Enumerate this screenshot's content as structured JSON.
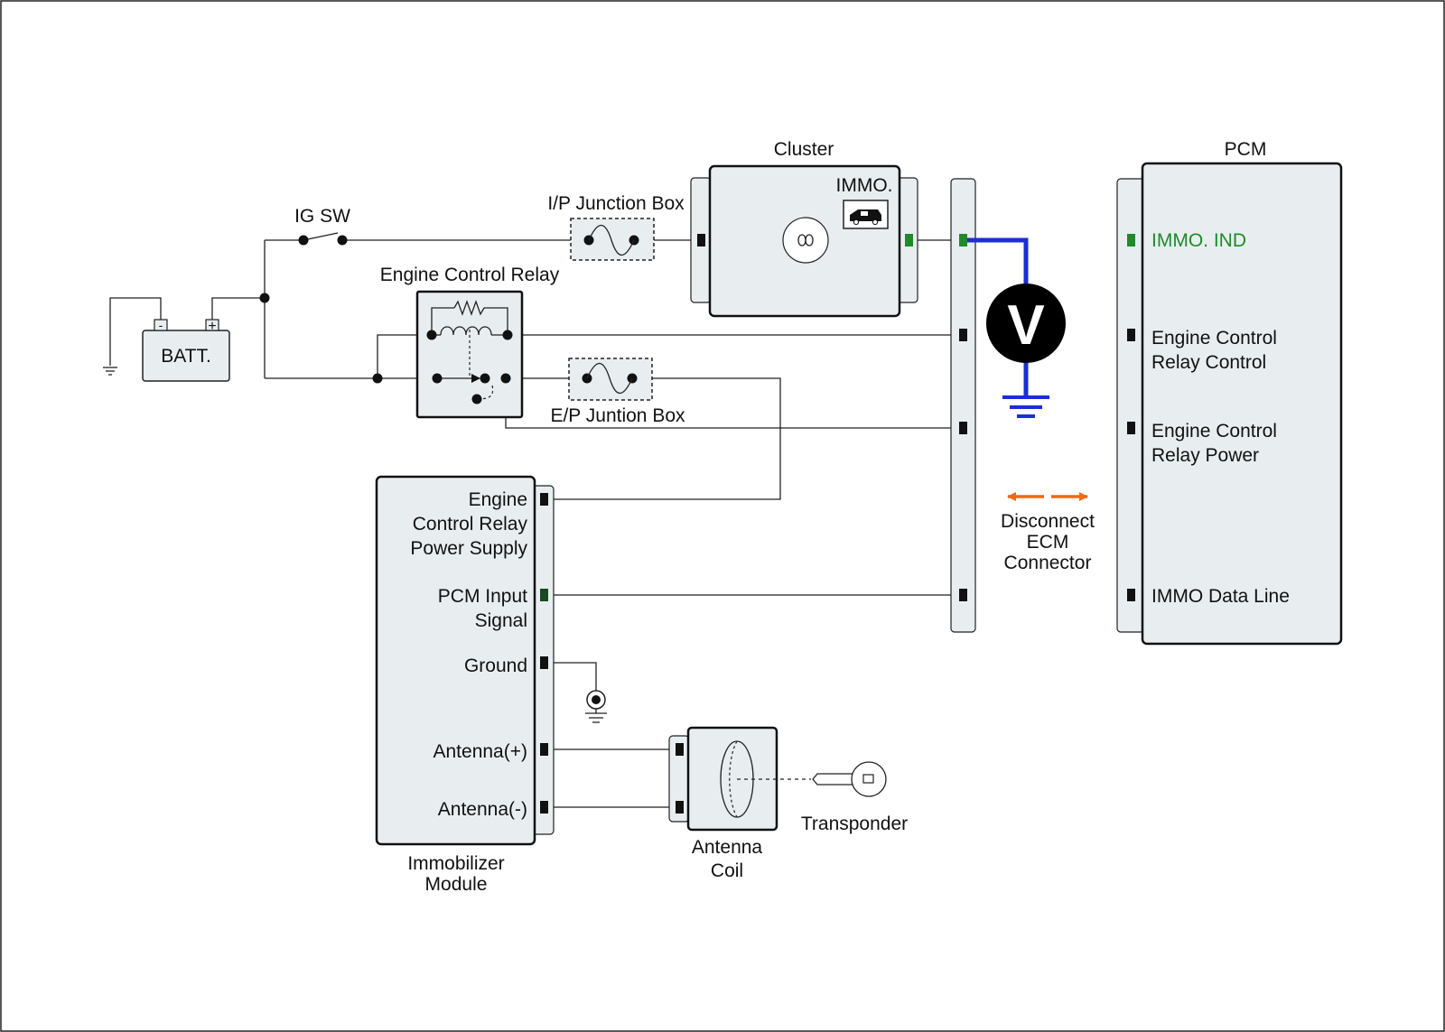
{
  "labels": {
    "ig_sw": "IG SW",
    "batt": "BATT.",
    "batt_minus": "-",
    "batt_plus": "+",
    "ip_junction_box": "I/P Junction Box",
    "ep_junction_box": "E/P Juntion Box",
    "engine_control_relay": "Engine Control Relay",
    "cluster": "Cluster",
    "immo": "IMMO.",
    "pcm": "PCM",
    "voltmeter": "V",
    "disconnect": [
      "Disconnect",
      "ECM",
      "Connector"
    ],
    "transponder": "Transponder",
    "antenna_coil": [
      "Antenna",
      "Coil"
    ],
    "immobilizer_module": [
      "Immobilizer",
      "Module"
    ]
  },
  "pcm_pins": {
    "immo_ind": "IMMO. IND",
    "relay_control": [
      "Engine Control",
      "Relay Control"
    ],
    "relay_power": [
      "Engine Control",
      "Relay Power"
    ],
    "immo_data_line": "IMMO Data Line"
  },
  "immobilizer_pins": {
    "relay_power_supply": [
      "Engine",
      "Control Relay",
      "Power Supply"
    ],
    "pcm_input": [
      "PCM Input",
      "Signal"
    ],
    "ground": "Ground",
    "antenna_plus": "Antenna(+)",
    "antenna_minus": "Antenna(-)"
  },
  "colors": {
    "measurement_wire": "#1a2fd6",
    "indicator_text": "#1f8a2a",
    "disconnect_arrows": "#ee6a16",
    "component_fill": "#e8eef0"
  }
}
